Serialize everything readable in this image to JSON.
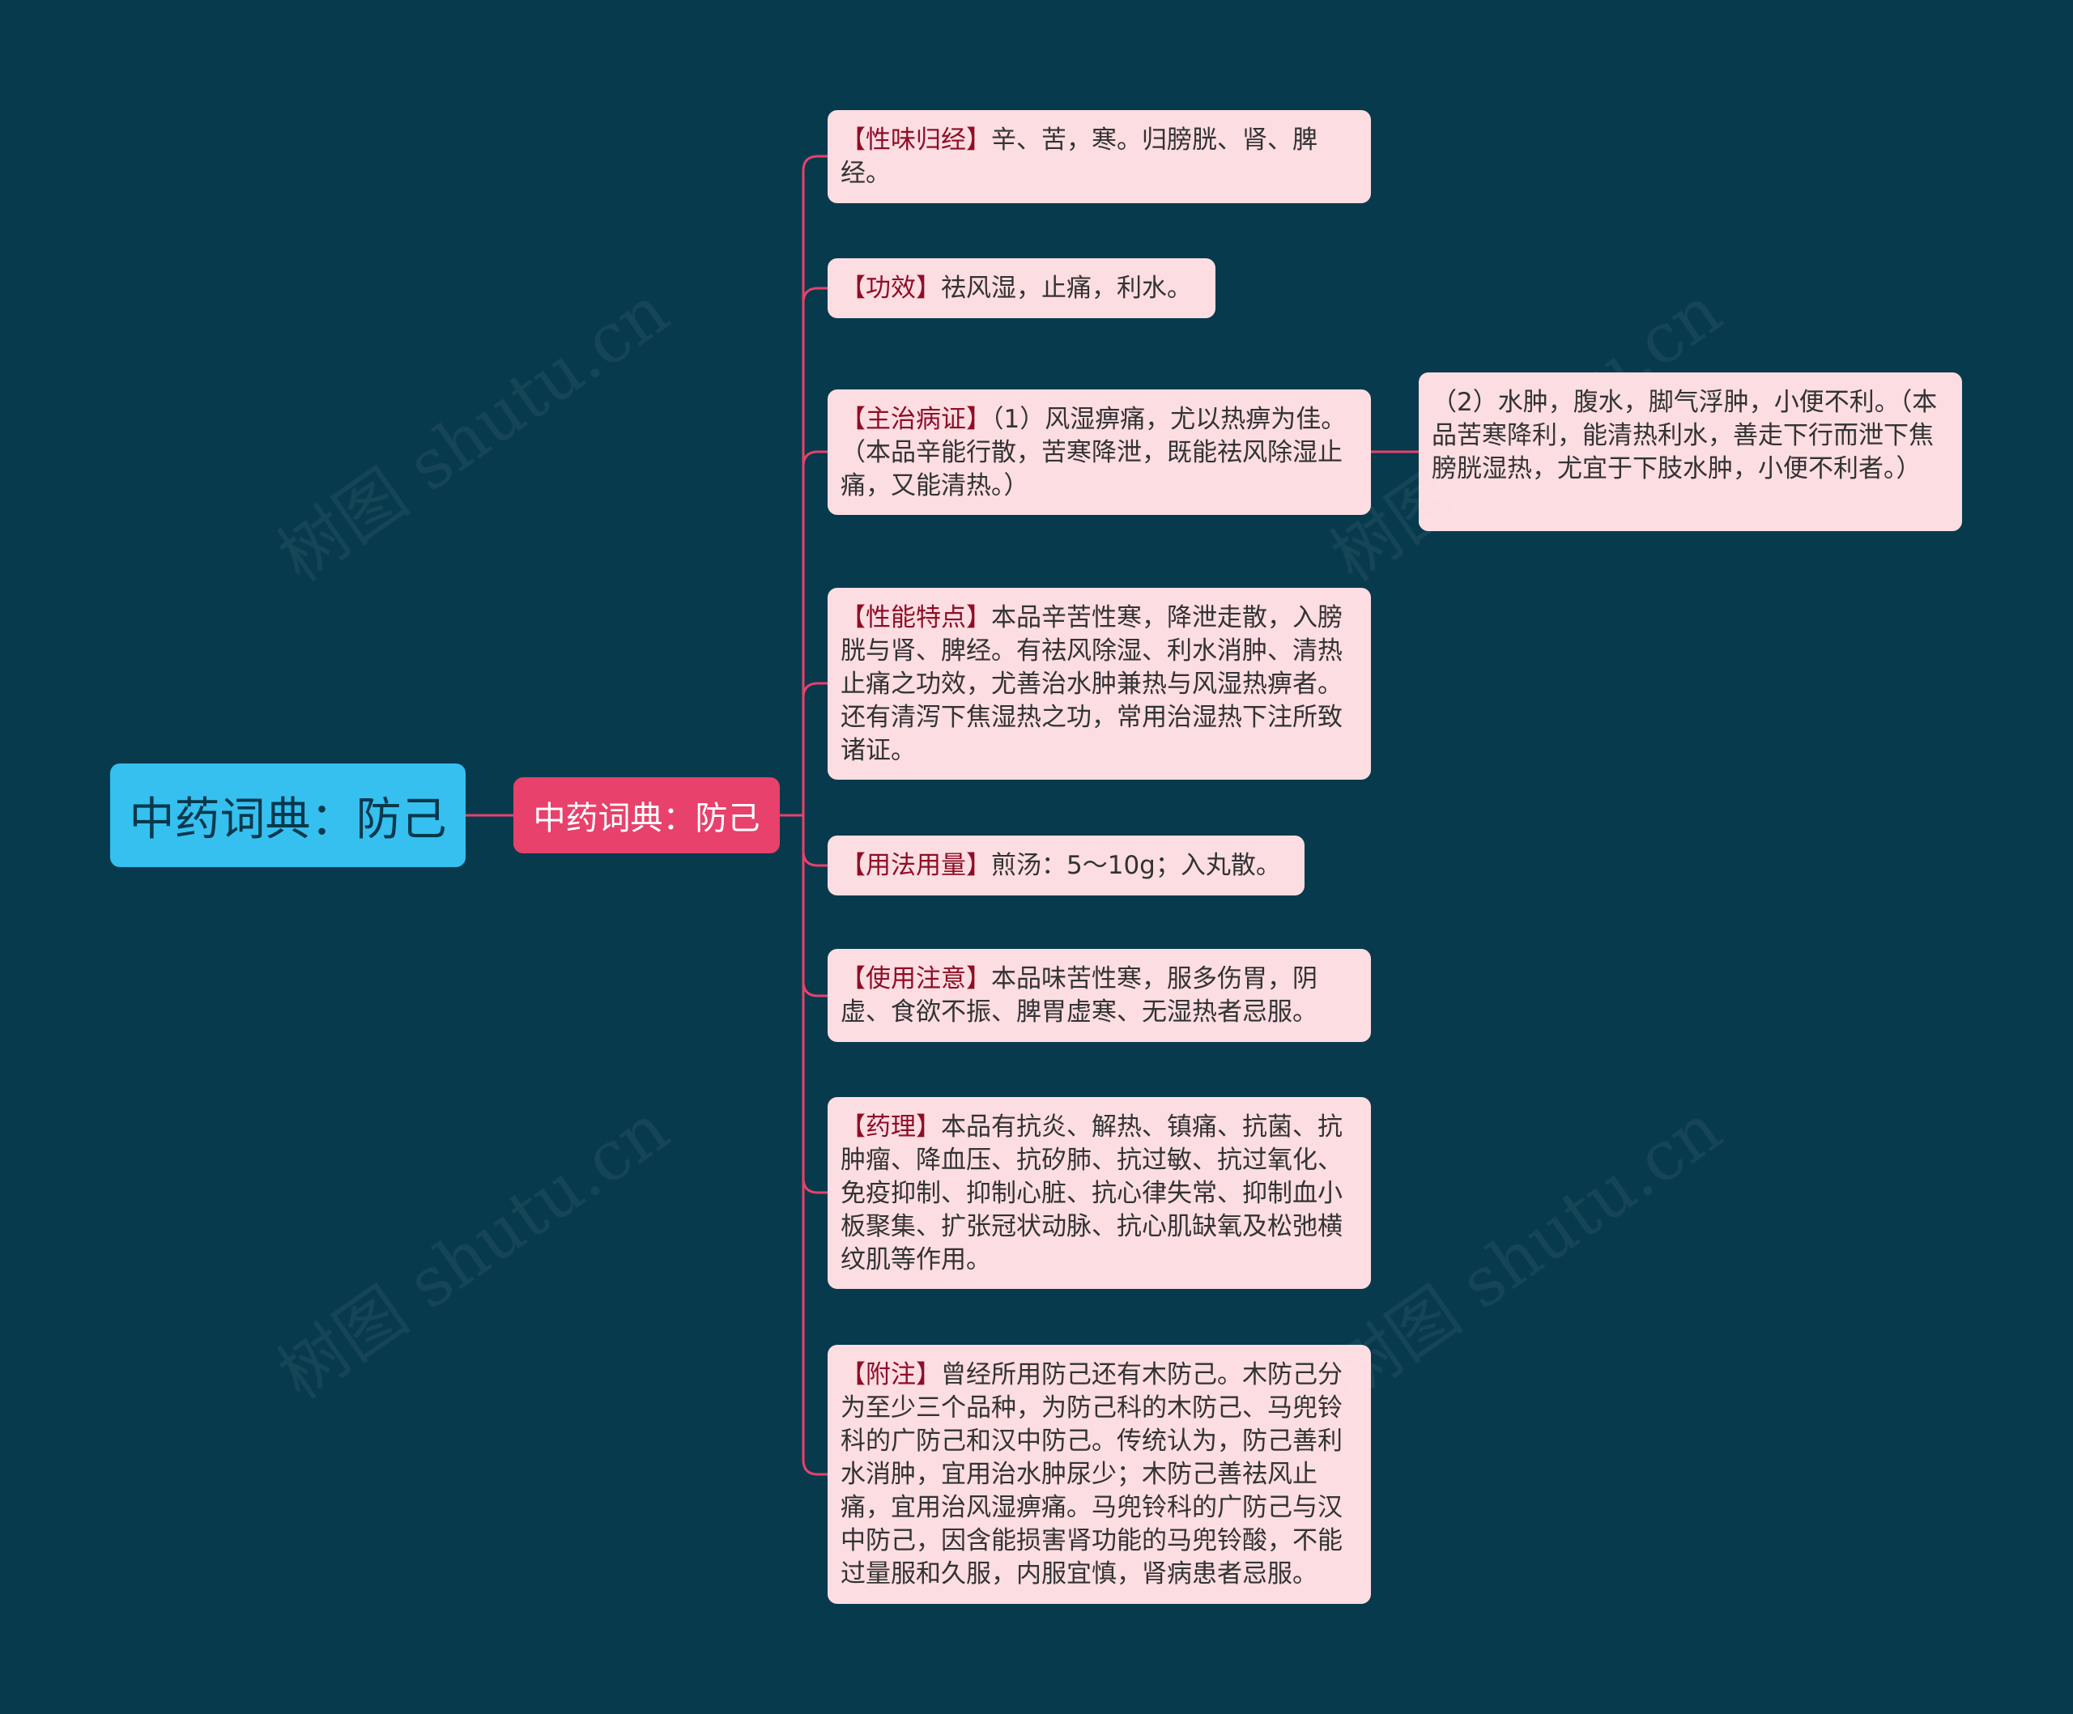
{
  "root": {
    "label": "中药词典：防己"
  },
  "branch": {
    "label": "中药词典：防己"
  },
  "leaves": [
    {
      "tag": "【性味归经】",
      "text": "辛、苦，寒。归膀胱、肾、脾经。"
    },
    {
      "tag": "【功效】",
      "text": "祛风湿，止痛，利水。"
    },
    {
      "tag": "【主治病证】",
      "text": "（1）风湿痹痛，尤以热痹为佳。（本品辛能行散，苦寒降泄，既能祛风除湿止痛，又能清热。）"
    },
    {
      "tag": "【性能特点】",
      "text": "本品辛苦性寒，降泄走散，入膀胱与肾、脾经。有祛风除湿、利水消肿、清热止痛之功效，尤善治水肿兼热与风湿热痹者。还有清泻下焦湿热之功，常用治湿热下注所致诸证。"
    },
    {
      "tag": "【用法用量】",
      "text": "煎汤：5～10g；入丸散。"
    },
    {
      "tag": "【使用注意】",
      "text": "本品味苦性寒，服多伤胃，阴虚、食欲不振、脾胃虚寒、无湿热者忌服。"
    },
    {
      "tag": "【药理】",
      "text": "本品有抗炎、解热、镇痛、抗菌、抗肿瘤、降血压、抗矽肺、抗过敏、抗过氧化、免疫抑制、抑制心脏、抗心律失常、抑制血小板聚集、扩张冠状动脉、抗心肌缺氧及松弛横纹肌等作用。"
    },
    {
      "tag": "【附注】",
      "text": "曾经所用防己还有木防己。木防己分为至少三个品种，为防己科的木防己、马兜铃科的广防己和汉中防己。传统认为，防己善利水消肿，宜用治水肿尿少；木防己善祛风止痛，宜用治风湿痹痛。马兜铃科的广防己与汉中防己，因含能损害肾功能的马兜铃酸，不能过量服和久服，内服宜慎，肾病患者忌服。"
    }
  ],
  "sub_leaf": {
    "text": "（2）水肿，腹水，脚气浮肿，小便不利。（本品苦寒降利，能清热利水，善走下行而泄下焦膀胱湿热，尤宜于下肢水肿，小便不利者。）"
  },
  "watermark": "树图 shutu.cn",
  "colors": {
    "background": "#083a4d",
    "root_fill": "#35c0f0",
    "branch_fill": "#e8416b",
    "leaf_fill": "#fcdde2",
    "connector": "#e8416b",
    "tag_text": "#8e0e26"
  }
}
